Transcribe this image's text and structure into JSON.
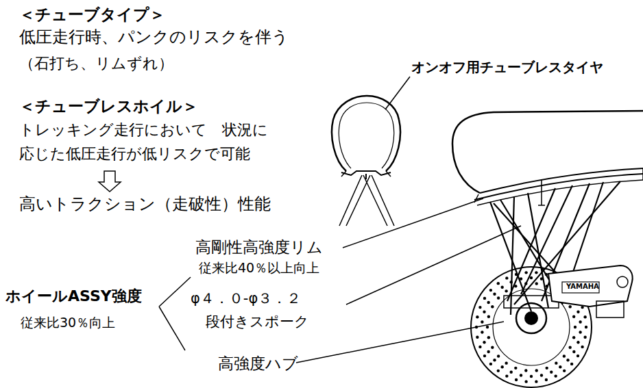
{
  "diagram": {
    "labels": [
      "＜チューブタイプ＞",
      "低圧走行時、パンクのリスクを伴う",
      "（石打ち、リムずれ）",
      "＜チューブレスホイル＞",
      "トレッキング走行において　状況に 応じた低圧走行が低リスクで可能",
      "高いトラクション（走破性）性能",
      "オンオフ用チューブレスタイヤ",
      "高剛性高強度リム",
      "従来比40％以上向上",
      "φ４．０-φ３．２",
      "段付きスポーク",
      "ホイールASSY強度",
      "従来比30％向上",
      "高強度ハブ",
      "YAMAHA"
    ]
  }
}
